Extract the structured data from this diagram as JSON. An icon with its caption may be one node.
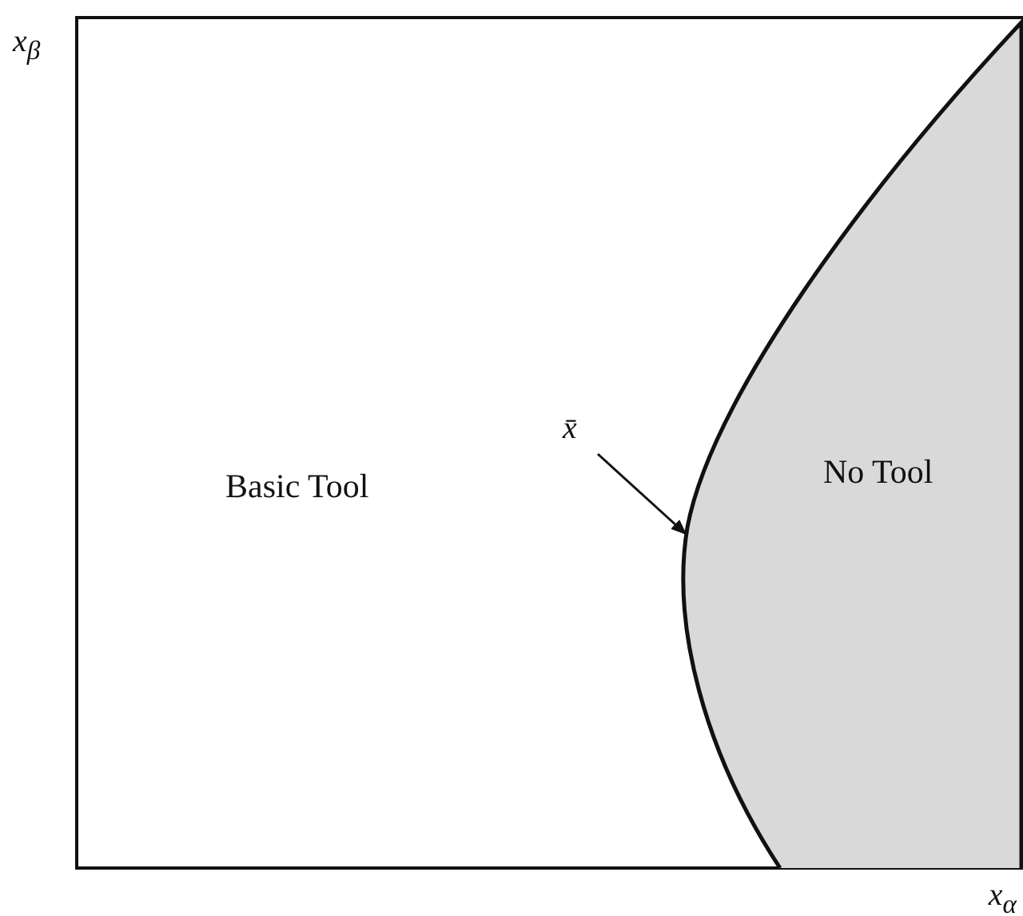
{
  "diagram": {
    "nodes": [
      {
        "text": [
          "Basic Tool"
        ]
      },
      {
        "text": [
          "No Tool"
        ],
        "in": 0
      },
      {
        "text": [
          "x̄"
        ],
        "in": 0
      }
    ],
    "edges": [
      {
        "from": 2,
        "to": 1,
        "arrow": "to"
      }
    ],
    "labels": [
      "x$_{β}$",
      "x$_{α}$"
    ]
  }
}
